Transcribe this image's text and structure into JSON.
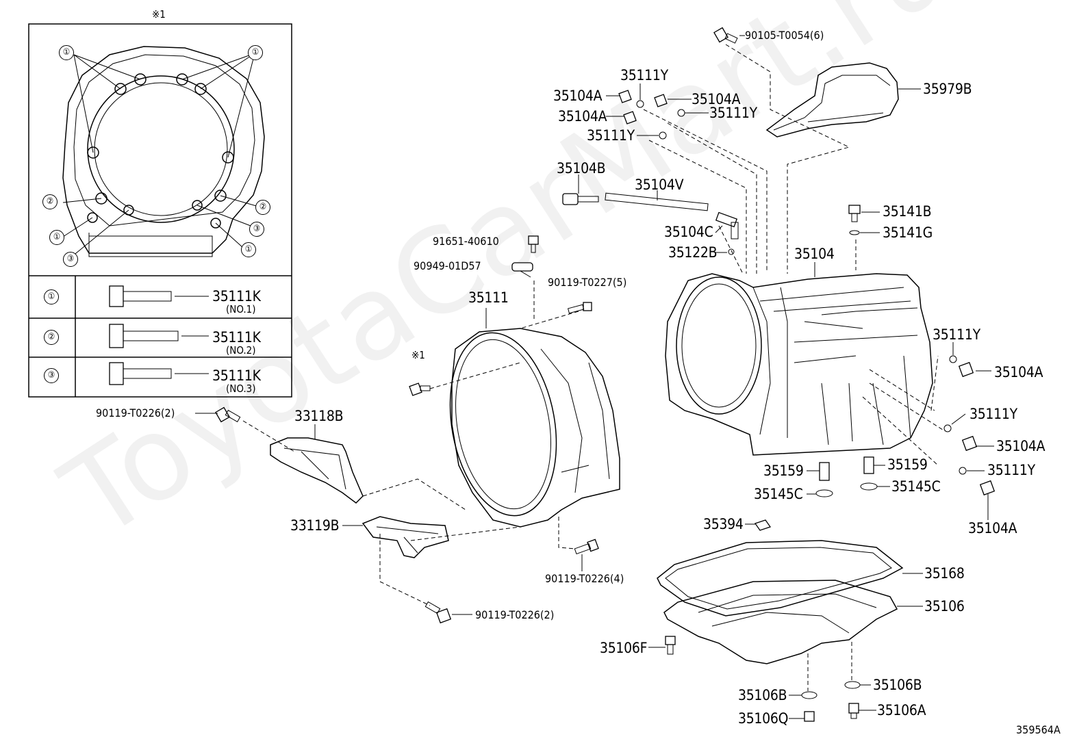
{
  "diagram": {
    "watermark": "ToyotaCarMart.ru",
    "code": "359564A",
    "note_symbol": "※1",
    "inset": {
      "note": "※1",
      "markers": [
        "①",
        "②",
        "③"
      ],
      "legend": [
        {
          "marker": "①",
          "part": "35111K",
          "note": "(NO.1)"
        },
        {
          "marker": "②",
          "part": "35111K",
          "note": "(NO.2)"
        },
        {
          "marker": "③",
          "part": "35111K",
          "note": "(NO.3)"
        }
      ]
    },
    "labels": {
      "p90105": "90105-T0054(6)",
      "p35979B": "35979B",
      "p35111Y_a": "35111Y",
      "p35104A_a": "35104A",
      "p35104A_b": "35104A",
      "p35104A_c": "35104A",
      "p35111Y_b": "35111Y",
      "p35111Y_c": "35111Y",
      "p35104B": "35104B",
      "p35104V": "35104V",
      "p35104C": "35104C",
      "p35122B": "35122B",
      "p35104": "35104",
      "p35141B": "35141B",
      "p35141G": "35141G",
      "p91651": "91651-40610",
      "p90949": "90949-01D57",
      "p90119_T0227": "90119-T0227(5)",
      "p35111": "35111",
      "note1_mid": "※1",
      "p35111Y_d": "35111Y",
      "p35104A_d": "35104A",
      "p35111Y_e": "35111Y",
      "p35104A_e": "35104A",
      "p35111Y_f": "35111Y",
      "p35104A_f": "35104A",
      "p90119_T0226_a": "90119-T0226(2)",
      "p33118B": "33118B",
      "p35159_a": "35159",
      "p35159_b": "35159",
      "p35145C_a": "35145C",
      "p35145C_b": "35145C",
      "p33119B": "33119B",
      "p35394": "35394",
      "p90119_T0226_b": "90119-T0226(4)",
      "p35168": "35168",
      "p35106": "35106",
      "p90119_T0226_c": "90119-T0226(2)",
      "p35106F": "35106F",
      "p35106B_a": "35106B",
      "p35106B_b": "35106B",
      "p35106Q": "35106Q",
      "p35106A": "35106A"
    }
  }
}
